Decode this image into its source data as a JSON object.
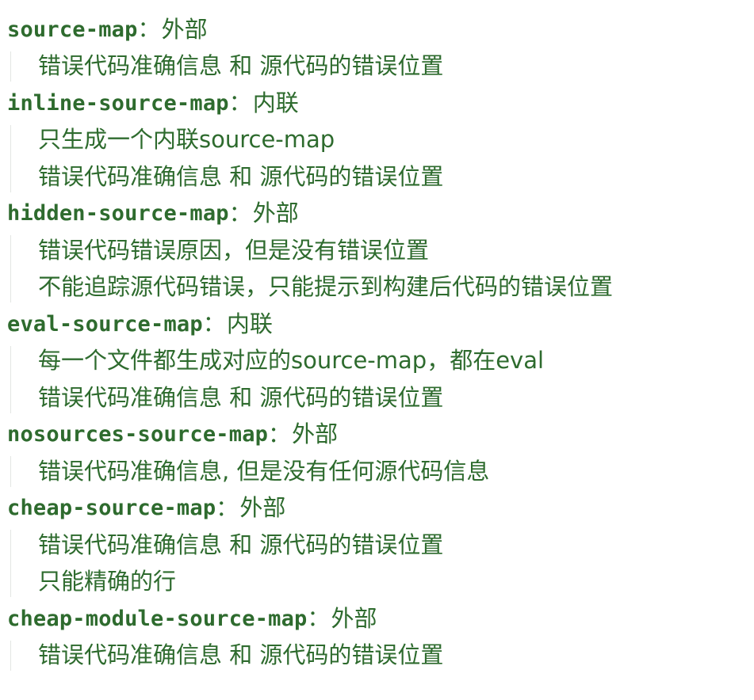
{
  "entries": [
    {
      "term": "source-map",
      "sep": "：",
      "kind": "外部",
      "lines": [
        "错误代码准确信息 和 源代码的错误位置"
      ]
    },
    {
      "term": "inline-source-map",
      "sep": "：",
      "kind": "内联",
      "lines": [
        "只生成一个内联source-map",
        "错误代码准确信息 和 源代码的错误位置"
      ]
    },
    {
      "term": "hidden-source-map",
      "sep": "：",
      "kind": "外部",
      "lines": [
        "错误代码错误原因，但是没有错误位置",
        "不能追踪源代码错误，只能提示到构建后代码的错误位置"
      ]
    },
    {
      "term": "eval-source-map",
      "sep": "：",
      "kind": "内联",
      "lines": [
        "每一个文件都生成对应的source-map，都在eval",
        "错误代码准确信息 和 源代码的错误位置"
      ]
    },
    {
      "term": "nosources-source-map",
      "sep": "：",
      "kind": "外部",
      "lines": [
        "错误代码准确信息, 但是没有任何源代码信息"
      ]
    },
    {
      "term": "cheap-source-map",
      "sep": "：",
      "kind": "外部",
      "lines": [
        "错误代码准确信息 和 源代码的错误位置",
        "只能精确的行"
      ]
    },
    {
      "term": "cheap-module-source-map",
      "sep": "：",
      "kind": "外部",
      "lines": [
        "错误代码准确信息 和 源代码的错误位置"
      ]
    }
  ]
}
